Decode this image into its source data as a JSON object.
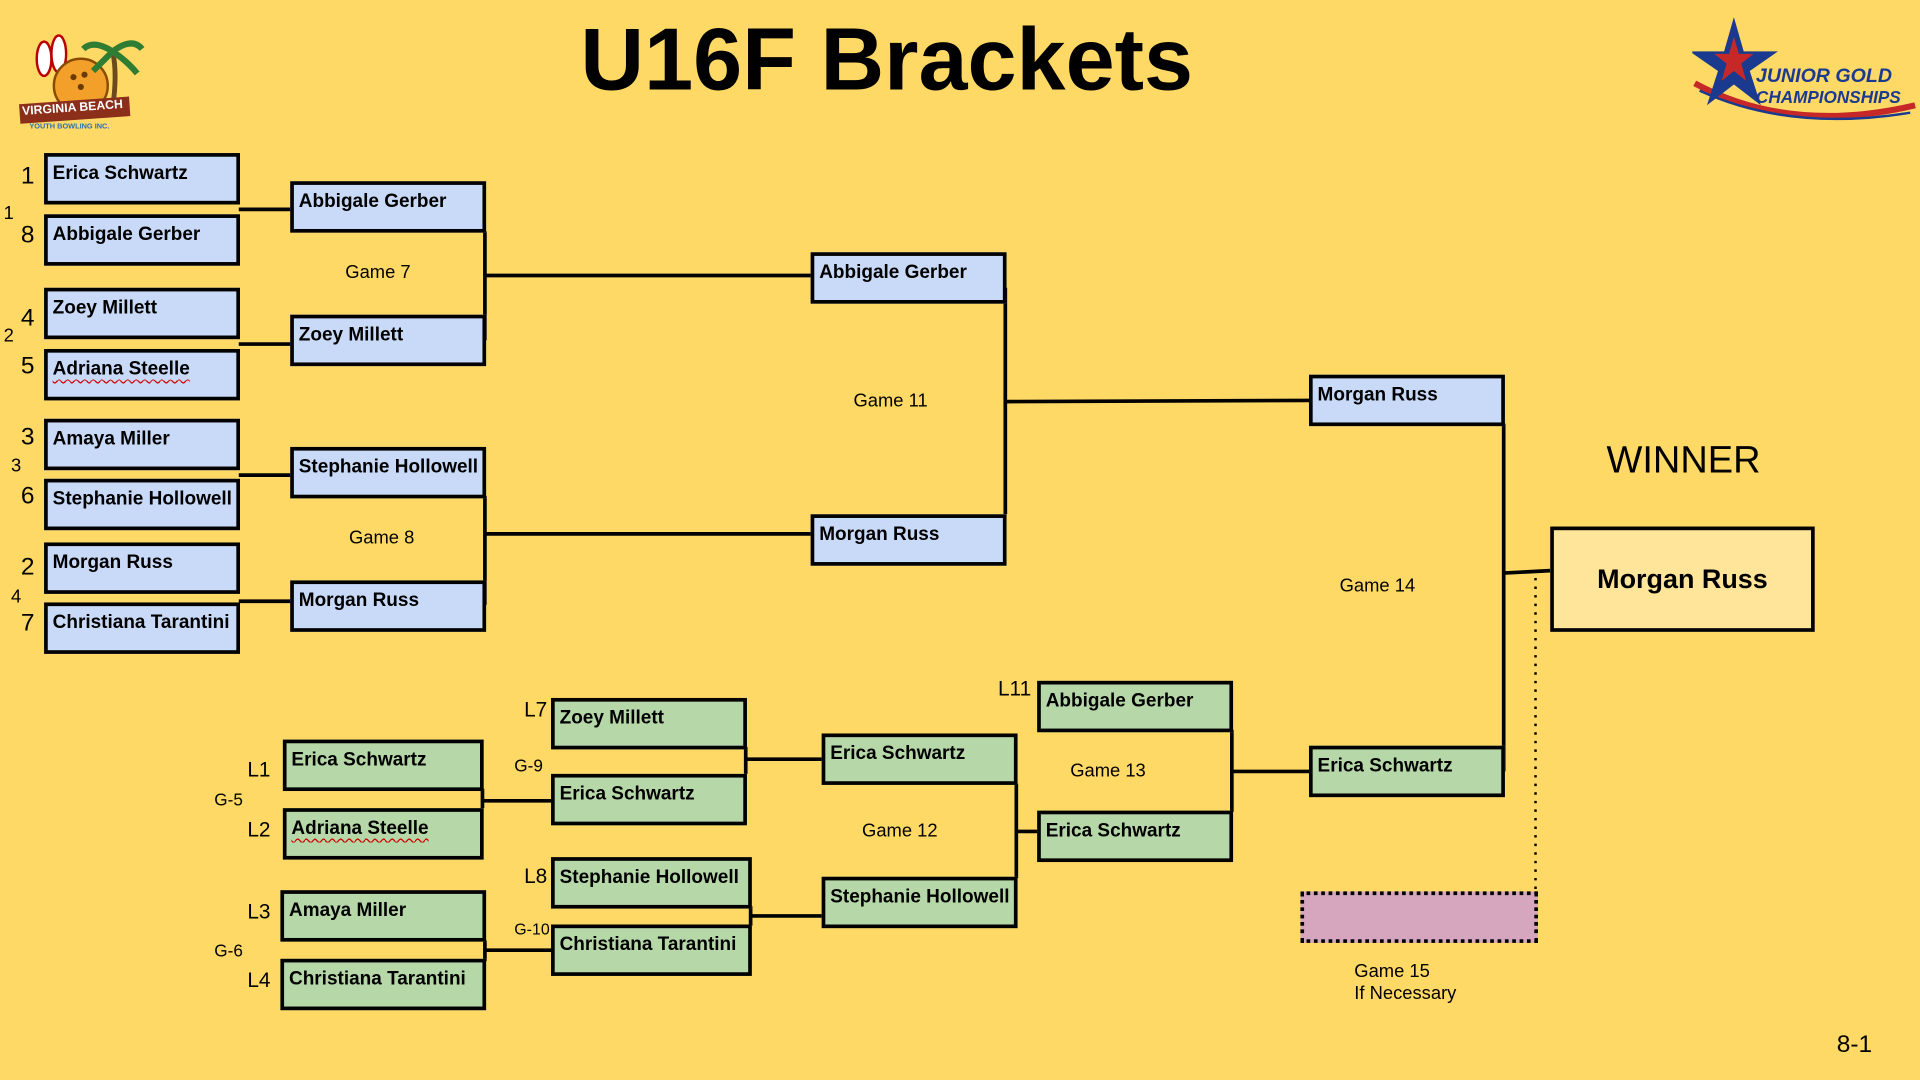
{
  "title": "U16F Brackets",
  "logos": {
    "left_text": "VIRGINIA BEACH",
    "left_subtext": "YOUTH BOWLING INC.",
    "right_text_1": "JUNIOR GOLD",
    "right_text_2": "CHAMPIONSHIPS"
  },
  "seeds": [
    "1",
    "8",
    "4",
    "5",
    "3",
    "6",
    "2",
    "7"
  ],
  "match_numbers": [
    "1",
    "2",
    "3",
    "4"
  ],
  "round1": [
    "Erica Schwartz",
    "Abbigale Gerber",
    "Zoey Millett",
    "Adriana Steelle",
    "Amaya Miller",
    "Stephanie Hollowell",
    "Morgan Russ",
    "Christiana Tarantini"
  ],
  "round2": [
    "Abbigale Gerber",
    "Zoey Millett",
    "Stephanie Hollowell",
    "Morgan Russ"
  ],
  "round3": [
    "Abbigale Gerber",
    "Morgan Russ"
  ],
  "winners_final": "Morgan Russ",
  "losers_final": "Erica Schwartz",
  "games": {
    "g7": "Game 7",
    "g8": "Game 8",
    "g11": "Game 11",
    "g12": "Game 12",
    "g13": "Game 13",
    "g14": "Game 14",
    "g15_line1": "Game 15",
    "g15_line2": "If Necessary"
  },
  "winner_label": "WINNER",
  "champion": "Morgan Russ",
  "losers": {
    "l_labels": [
      "L1",
      "L2",
      "L3",
      "L4",
      "L7",
      "L8",
      "L11"
    ],
    "g_labels": [
      "G-5",
      "G-6",
      "G-9",
      "G-10"
    ],
    "g5": [
      "Erica Schwartz",
      "Adriana Steelle"
    ],
    "g6": [
      "Amaya Miller",
      "Christiana Tarantini"
    ],
    "r2": [
      "Zoey Millett",
      "Erica Schwartz",
      "Stephanie Hollowell",
      "Christiana Tarantini"
    ],
    "r3": [
      "Erica Schwartz",
      "Stephanie Hollowell"
    ],
    "r4": [
      "Abbigale Gerber",
      "Erica Schwartz"
    ]
  },
  "page_number": "8-1",
  "colors": {
    "background": "#ffd966",
    "winners_box": "#c9daf8",
    "losers_box": "#b6d7a8",
    "champion_box": "#ffe599",
    "game15_box": "#d5a6bd"
  }
}
